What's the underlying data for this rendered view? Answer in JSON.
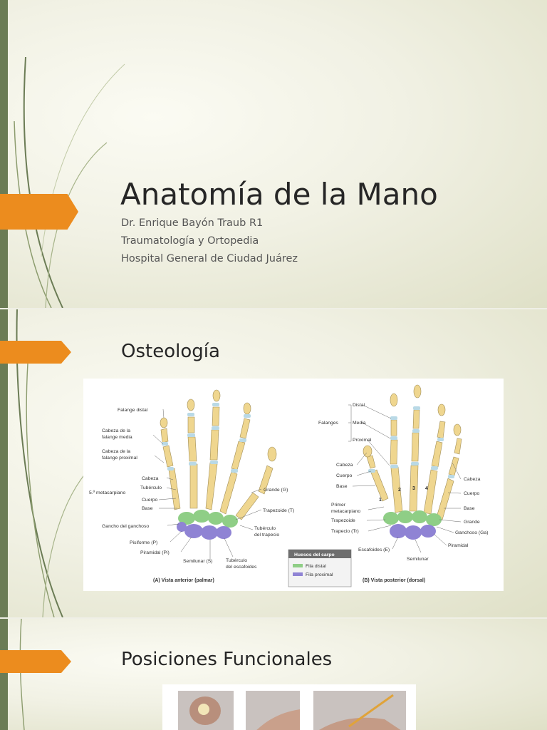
{
  "slide1": {
    "title": "Anatomía de la Mano",
    "subtitles": [
      "Dr. Enrique Bayón Traub R1",
      "Traumatología y Ortopedia",
      "Hospital General de Ciudad Juárez"
    ]
  },
  "slide2": {
    "heading": "Osteología",
    "figure": {
      "left_labels": [
        "Falange distal",
        "Cabeza de la",
        "falange media",
        "Cabeza de la",
        "falange proximal",
        "Cabeza",
        "Tubérculo",
        "5.º metacarpiano",
        "Cuerpo",
        "Base",
        "Gancho del ganchoso",
        "Pisiforme (P)",
        "Piramidal (Pi)",
        "Semilunar (S)",
        "Tubérculo",
        "del escafoides",
        "Grande (G)",
        "Trapezoide (T)",
        "Tubérculo",
        "del trapecio"
      ],
      "right_labels": [
        "Distal",
        "Falanges",
        "Media",
        "Proximal",
        "Cabeza",
        "Cuerpo",
        "Base",
        "Primer",
        "metacarpiano",
        "Trapezoide",
        "Trapecio (Tr)",
        "Escafoides (E)",
        "Semilunar",
        "Cabeza",
        "Cuerpo",
        "Base",
        "Grande",
        "Ganchoso (Ga)",
        "Piramidal"
      ],
      "finger_numbers": [
        "1",
        "2",
        "3",
        "4"
      ],
      "legend_title": "Huesos del carpo",
      "legend_items": [
        {
          "label": "Fila distal",
          "color": "#8fce86"
        },
        {
          "label": "Fila proximal",
          "color": "#8f83d4"
        }
      ],
      "caption_left": "(A)  Vista anterior (palmar)",
      "caption_right": "(B)  Vista posterior (dorsal)"
    }
  },
  "slide3": {
    "heading": "Posiciones Funcionales"
  },
  "colors": {
    "accent": "#ec8c1e",
    "bar": "#6b7c55",
    "bone": "#efd68f",
    "cartilage": "#b9d9e6"
  }
}
